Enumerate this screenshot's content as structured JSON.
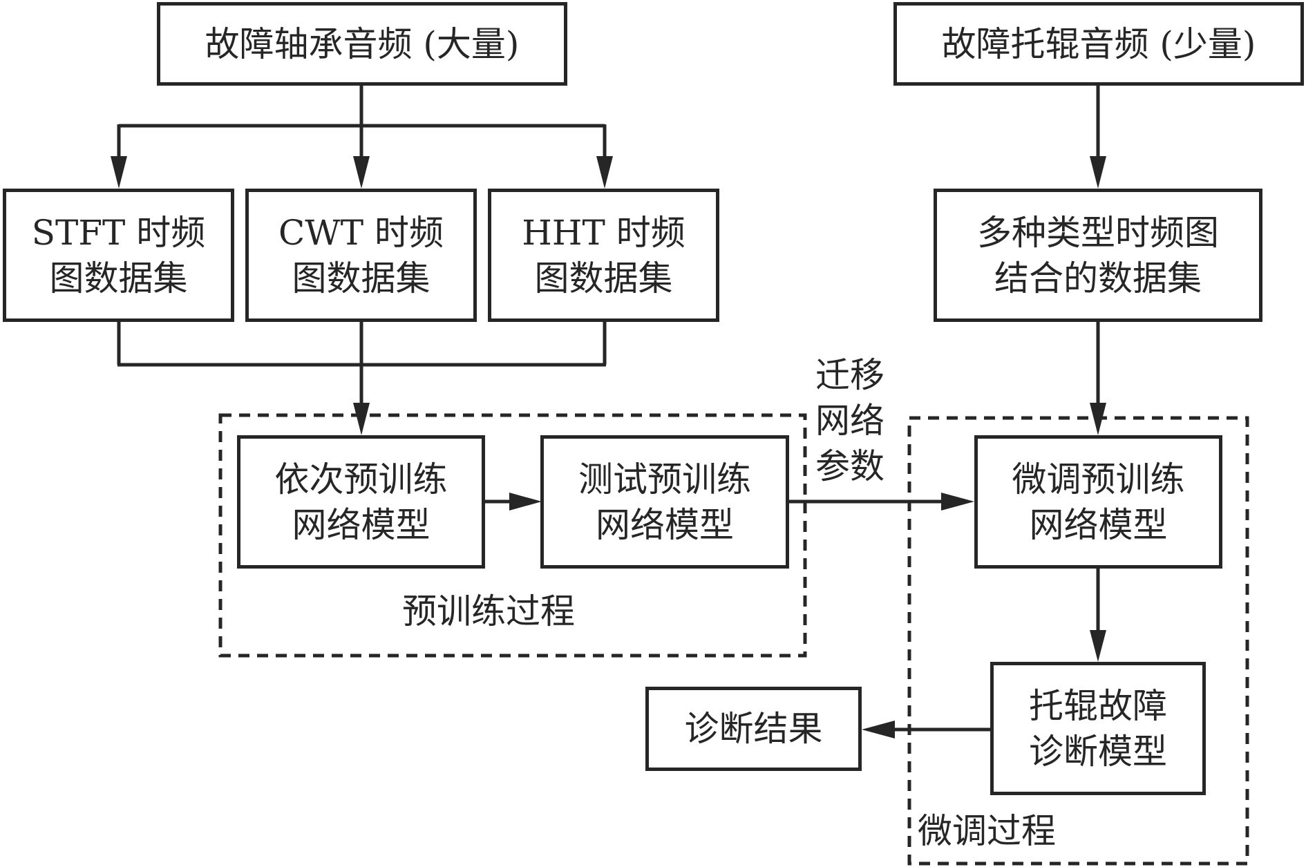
{
  "diagram": {
    "sources": {
      "bearing_audio": "故障轴承音频 (大量)",
      "idler_audio": "故障托辊音频 (少量)"
    },
    "datasets": {
      "stft": [
        "STFT 时频",
        "图数据集"
      ],
      "cwt": [
        "CWT 时频",
        "图数据集"
      ],
      "hht": [
        "HHT 时频",
        "图数据集"
      ],
      "combined": [
        "多种类型时频图",
        "结合的数据集"
      ]
    },
    "pretraining": {
      "train_model": [
        "依次预训练",
        "网络模型"
      ],
      "test_model": [
        "测试预训练",
        "网络模型"
      ],
      "group_label": "预训练过程"
    },
    "transfer_label": [
      "迁移",
      "网络",
      "参数"
    ],
    "finetuning": {
      "finetune_model": [
        "微调预训练",
        "网络模型"
      ],
      "diagnosis_model": [
        "托辊故障",
        "诊断模型"
      ],
      "group_label": "微调过程"
    },
    "result": "诊断结果"
  },
  "colors": {
    "stroke": "#262626",
    "background": "#ffffff"
  }
}
